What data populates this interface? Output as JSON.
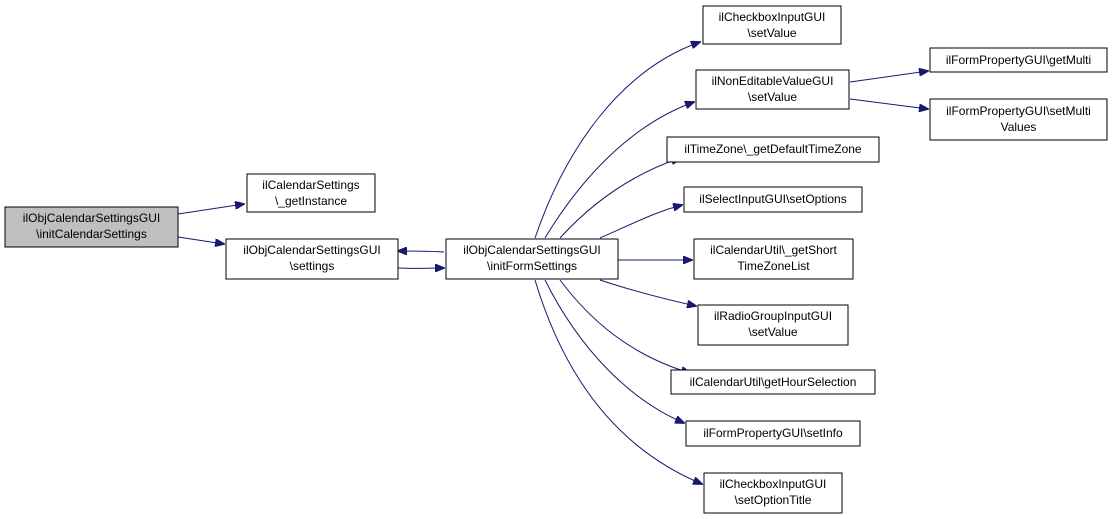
{
  "colors": {
    "edge": "#191970",
    "root_fill": "#bfbfbf",
    "node_fill": "#ffffff",
    "border": "#000000"
  },
  "nodes": {
    "root": {
      "lines": [
        "ilObjCalendarSettingsGUI",
        "\\initCalendarSettings"
      ]
    },
    "getInstance": {
      "lines": [
        "ilCalendarSettings",
        "\\_getInstance"
      ]
    },
    "settings": {
      "lines": [
        "ilObjCalendarSettingsGUI",
        "\\settings"
      ]
    },
    "initForm": {
      "lines": [
        "ilObjCalendarSettingsGUI",
        "\\initFormSettings"
      ]
    },
    "cbSetValue": {
      "lines": [
        "ilCheckboxInputGUI",
        "\\setValue"
      ]
    },
    "nevSetValue": {
      "lines": [
        "ilNonEditableValueGUI",
        "\\setValue"
      ]
    },
    "getMulti": {
      "lines": [
        "ilFormPropertyGUI\\getMulti"
      ]
    },
    "setMulti": {
      "lines": [
        "ilFormPropertyGUI\\setMulti",
        "Values"
      ]
    },
    "tz": {
      "lines": [
        "ilTimeZone\\_getDefaultTimeZone"
      ]
    },
    "selOpt": {
      "lines": [
        "ilSelectInputGUI\\setOptions"
      ]
    },
    "shortTz": {
      "lines": [
        "ilCalendarUtil\\_getShort",
        "TimeZoneList"
      ]
    },
    "radio": {
      "lines": [
        "ilRadioGroupInputGUI",
        "\\setValue"
      ]
    },
    "hour": {
      "lines": [
        "ilCalendarUtil\\getHourSelection"
      ]
    },
    "info": {
      "lines": [
        "ilFormPropertyGUI\\setInfo"
      ]
    },
    "cbOptTitle": {
      "lines": [
        "ilCheckboxInputGUI",
        "\\setOptionTitle"
      ]
    }
  },
  "edges": [
    {
      "from": "root",
      "to": "getInstance"
    },
    {
      "from": "root",
      "to": "settings"
    },
    {
      "from": "settings",
      "to": "initForm"
    },
    {
      "from": "initForm",
      "to": "settings"
    },
    {
      "from": "initForm",
      "to": "cbSetValue"
    },
    {
      "from": "initForm",
      "to": "nevSetValue"
    },
    {
      "from": "initForm",
      "to": "tz"
    },
    {
      "from": "initForm",
      "to": "selOpt"
    },
    {
      "from": "initForm",
      "to": "shortTz"
    },
    {
      "from": "initForm",
      "to": "radio"
    },
    {
      "from": "initForm",
      "to": "hour"
    },
    {
      "from": "initForm",
      "to": "info"
    },
    {
      "from": "initForm",
      "to": "cbOptTitle"
    },
    {
      "from": "nevSetValue",
      "to": "getMulti"
    },
    {
      "from": "nevSetValue",
      "to": "setMulti"
    }
  ]
}
